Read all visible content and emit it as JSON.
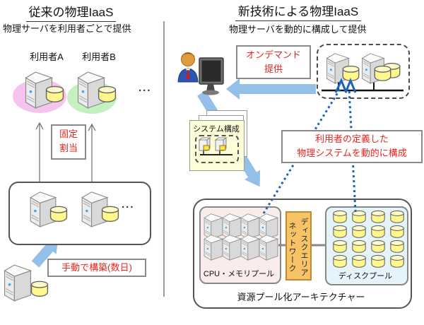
{
  "left_panel": {
    "title": "従来の物理IaaS",
    "subtitle": "物理サーバを利用者ごとで提供",
    "user_a": "利用者A",
    "user_b": "利用者B",
    "users_ellipsis": "...",
    "fixed_allocation_lines": [
      "固定",
      "割当"
    ],
    "pool_ellipsis": "...",
    "manual_build_label": "手動で構築(数日)"
  },
  "right_panel": {
    "title": "新技術による物理IaaS",
    "subtitle": "物理サーバを動的に構成して提供",
    "on_demand_lines": [
      "オンデマンド",
      "提供"
    ],
    "system_config_label": "システム構成",
    "dynamic_config_lines": [
      "利用者の定義した",
      "物理システムを動的に構成"
    ],
    "resource_pool": {
      "label": "資源プール化アーキテクチャー",
      "cpu_pool_label": "CPU・メモリプール",
      "disk_network_lines": [
        "ディスクエリア",
        "ネットワーク"
      ],
      "disk_pool_label": "ディスクプール",
      "cpu_pool_grid": {
        "rows": 2,
        "cols": 4
      },
      "disk_pool_grid": {
        "rows": 4,
        "cols": 4
      }
    }
  },
  "colors": {
    "red_text": "#e8251c",
    "label_box_border": "#8a8a8a",
    "arrow_blue": "#94bfe9",
    "dotted_blue": "#1b64b8",
    "user_a_ellipse": "#f6c3ef",
    "user_b_ellipse": "#c5f0c0",
    "db_yellow": "#fff68c",
    "doc_yellow": "#fdfdd8",
    "cpu_pool_bg": "#faecea",
    "disk_pool_bg": "#e4f4fa",
    "disk_network_bg": "#f6c466"
  }
}
